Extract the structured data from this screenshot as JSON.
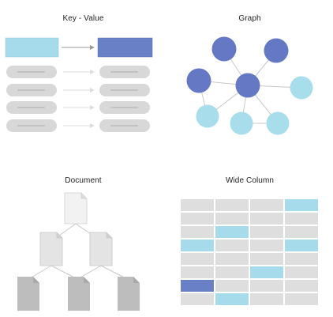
{
  "panels": {
    "key_value": {
      "title": "Key - Value"
    },
    "graph": {
      "title": "Graph"
    },
    "document": {
      "title": "Document"
    },
    "wide_column": {
      "title": "Wide Column"
    }
  },
  "colors": {
    "light_blue": "#a6dbec",
    "dark_blue": "#6a80c6",
    "node_dark": "#6478c4",
    "node_light": "#a8ddeb",
    "pill_fill": "#d8d8d8",
    "pill_line": "#c2c2c2",
    "grid_cell": "#dedede",
    "doc_light": "#e4e4e4",
    "doc_dark": "#bdbdbd",
    "connector": "#c8c8c8"
  },
  "wide_column_highlights": {
    "light_cells": [
      [
        0,
        3
      ],
      [
        2,
        1
      ],
      [
        3,
        0
      ],
      [
        3,
        3
      ],
      [
        5,
        2
      ],
      [
        7,
        1
      ]
    ],
    "dark_cells": [
      [
        6,
        0
      ]
    ]
  }
}
